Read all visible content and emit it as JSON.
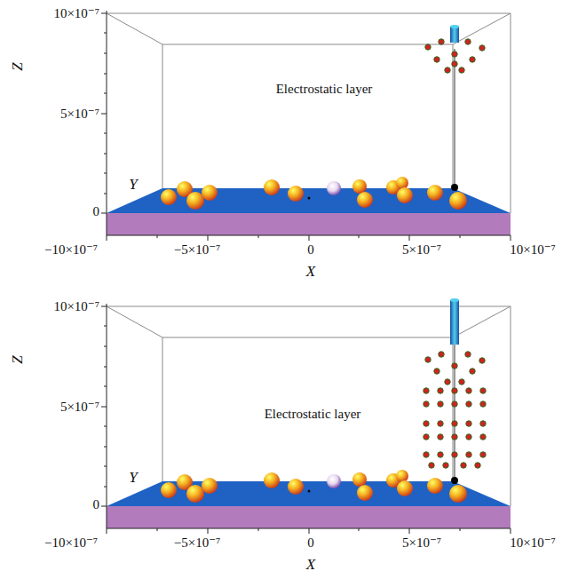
{
  "diagram": {
    "labels": [
      "10×10⁻⁷",
      "5×10⁻⁷",
      "0",
      "Z",
      "Electrostatic layer",
      "Y",
      "−10×10⁻⁷",
      "−5×10⁻⁷",
      "0",
      "5×10⁻⁷",
      "10×10⁻⁷",
      "X",
      "10×10⁻⁷",
      "5×10⁻⁷",
      "0",
      "Z",
      "Electrostatic layer",
      "Y",
      "−10×10⁻⁷",
      "−5×10⁻⁷",
      "0",
      "5×10⁻⁷",
      "10×10⁻⁷",
      "X"
    ]
  }
}
